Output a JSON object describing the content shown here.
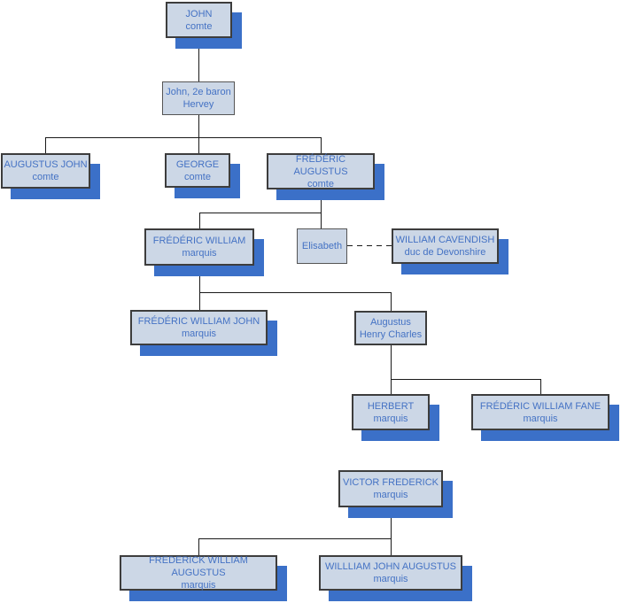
{
  "diagram": {
    "type": "family-tree",
    "colors": {
      "background": "#ffffff",
      "box_fill": "#ccd7e6",
      "box_border": "#3d3d3d",
      "box_border_light": "#555555",
      "shadow": "#3b70c8",
      "text": "#4472c4",
      "line": "#1a1a1a"
    },
    "nodes": {
      "john": {
        "line1": "JOHN",
        "line2": "comte"
      },
      "hervey": {
        "line1": "John, 2e baron",
        "line2": "Hervey"
      },
      "augustus_john": {
        "line1": "AUGUSTUS JOHN",
        "line2": "comte"
      },
      "george": {
        "line1": "GEORGE",
        "line2": "comte"
      },
      "frederic_augustus": {
        "line1": "FRÉDÉRIC AUGUSTUS",
        "line2": "comte"
      },
      "frederic_william": {
        "line1": "FRÉDÉRIC WILLIAM",
        "line2": "marquis"
      },
      "elisabeth": {
        "line1": "Elisabeth"
      },
      "william_cavendish": {
        "line1": "WILLIAM CAVENDISH",
        "line2": "duc de Devonshire"
      },
      "frederic_william_john": {
        "line1": "FRÉDÉRIC WILLIAM JOHN",
        "line2": "marquis"
      },
      "augustus_henry_charles": {
        "line1": "Augustus",
        "line2": "Henry Charles"
      },
      "herbert": {
        "line1": "HERBERT",
        "line2": "marquis"
      },
      "frederic_william_fane": {
        "line1": "FRÉDÉRIC WILLIAM FANE",
        "line2": "marquis"
      },
      "victor_frederick": {
        "line1": "VICTOR FREDERICK",
        "line2": "marquis"
      },
      "frederick_william_augustus": {
        "line1": "FREDERICK WILLIAM AUGUSTUS",
        "line2": "marquis"
      },
      "willliam_john_augustus": {
        "line1": "WILLLIAM JOHN AUGUSTUS",
        "line2": "marquis"
      }
    }
  }
}
